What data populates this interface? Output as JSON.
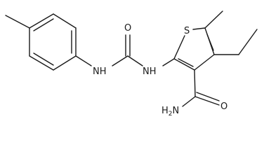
{
  "molecule": {
    "atoms": {
      "sulfur": "S",
      "carbonyl_oxygen_urea": "O",
      "amine_left": "NH",
      "amine_right": "NH",
      "carbonyl_oxygen_amide": "O",
      "amide_h": "H",
      "amide_sub": "2",
      "amide_n": "N"
    }
  }
}
